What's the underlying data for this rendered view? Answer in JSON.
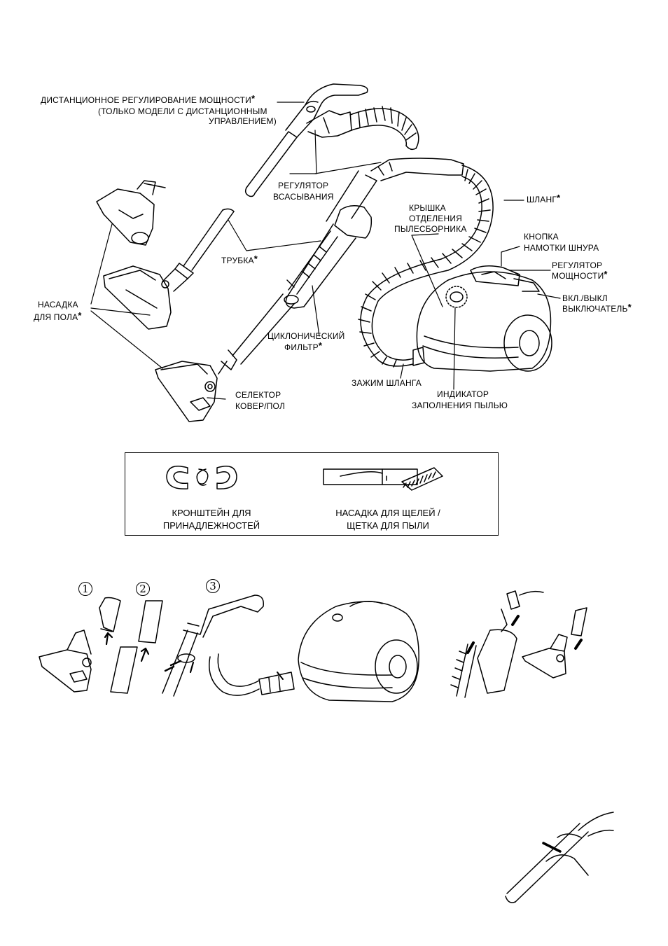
{
  "labels": {
    "remote_power": "ДИСТАНЦИОННОЕ РЕГУЛИРОВАНИЕ МОЩНОСТИ",
    "remote_only_1": "(ТОЛЬКО МОДЕЛИ С ДИСТАНЦИОННЫМ",
    "remote_only_2": "УПРАВЛЕНИЕМ)",
    "suction_1": "РЕГУЛЯТОР",
    "suction_2": "ВСАСЫВАНИЯ",
    "hose": "ШЛАНГ",
    "dust_cover_1": "КРЫШКА",
    "dust_cover_2": "ОТДЕЛЕНИЯ",
    "dust_cover_3": "ПЫЛЕСБОРНИКА",
    "cord_btn_1": "КНОПКА",
    "cord_btn_2": "НАМОТКИ ШНУРА",
    "power_reg_1": "РЕГУЛЯТОР",
    "power_reg_2": "МОЩНОСТИ",
    "onoff_1": "ВКЛ./ВЫКЛ",
    "onoff_2": "ВЫКЛЮЧАТЕЛЬ",
    "tube": "ТРУБКА",
    "nozzle_1": "НАСАДКА",
    "nozzle_2": "ДЛЯ ПОЛА",
    "cyclone_1": "ЦИКЛОНИЧЕСКИЙ",
    "cyclone_2": "ФИЛЬТР",
    "hose_clamp": "ЗАЖИМ ШЛАНГА",
    "dust_ind_1": "ИНДИКАТОР",
    "dust_ind_2": "ЗАПОЛНЕНИЯ ПЫЛЬЮ",
    "selector_1": "СЕЛЕКТОР",
    "selector_2": "КОВЕР/ПОЛ",
    "asterisk": "*"
  },
  "accessories": {
    "bracket_1": "КРОНШТЕЙН ДЛЯ",
    "bracket_2": "ПРИНАДЛЕЖНОСТЕЙ",
    "crevice_1": "НАСАДКА ДЛЯ ЩЕЛЕЙ /",
    "crevice_2": "ЩЕТКА ДЛЯ ПЫЛИ"
  },
  "steps": [
    "①",
    "②",
    "③"
  ]
}
